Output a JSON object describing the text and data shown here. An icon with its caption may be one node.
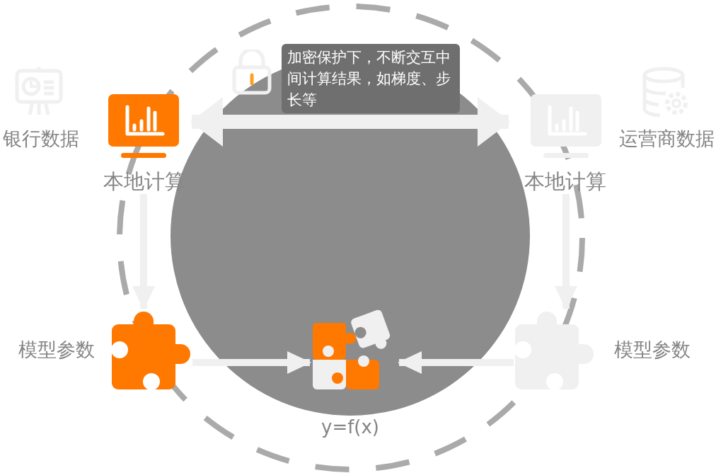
{
  "diagram": {
    "nodes": [
      {
        "text": [
          "银行数据"
        ]
      },
      {
        "text": [
          "本地计算"
        ]
      },
      {
        "text": [
          "本地计算"
        ]
      },
      {
        "text": [
          "运营商数据"
        ]
      },
      {
        "text": [
          "模型参数"
        ]
      },
      {
        "text": [
          "y=f(x)"
        ]
      },
      {
        "text": [
          "模型参数"
        ]
      }
    ],
    "edges": [
      {
        "from": 1,
        "to": 2,
        "arrow": "both",
        "style": "thick",
        "label": "加密保护下，不断交互中间计算结果，如梯度、步长等"
      },
      {
        "from": 1,
        "to": 4,
        "arrow": "to"
      },
      {
        "from": 2,
        "to": 6,
        "arrow": "to"
      },
      {
        "from": 4,
        "to": 5,
        "arrow": "to"
      },
      {
        "from": 6,
        "to": 5,
        "arrow": "to"
      }
    ]
  }
}
